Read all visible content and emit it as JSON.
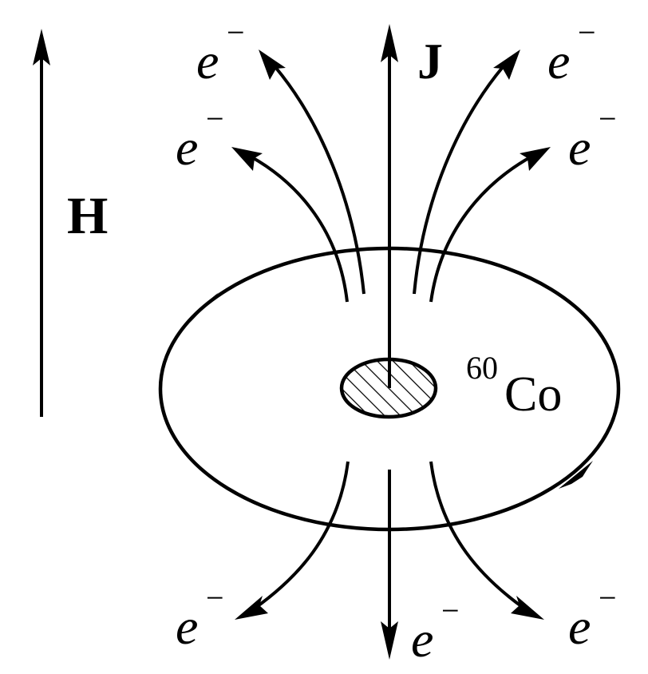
{
  "labels": {
    "field": "H",
    "spin": "J",
    "isotope_mass": "60",
    "isotope_symbol": "Co",
    "electron": "e",
    "electron_charge": "−"
  },
  "colors": {
    "ink": "#000000",
    "background": "#ffffff"
  }
}
